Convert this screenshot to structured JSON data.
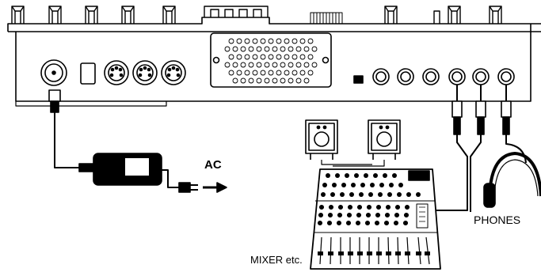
{
  "labels": {
    "ac": "AC",
    "phones": "PHONES",
    "mixer": "MIXER etc."
  },
  "colors": {
    "ink": "#000000",
    "panel": "#ffffff",
    "shade": "#bdbdbd",
    "dark": "#1a1a1a"
  }
}
